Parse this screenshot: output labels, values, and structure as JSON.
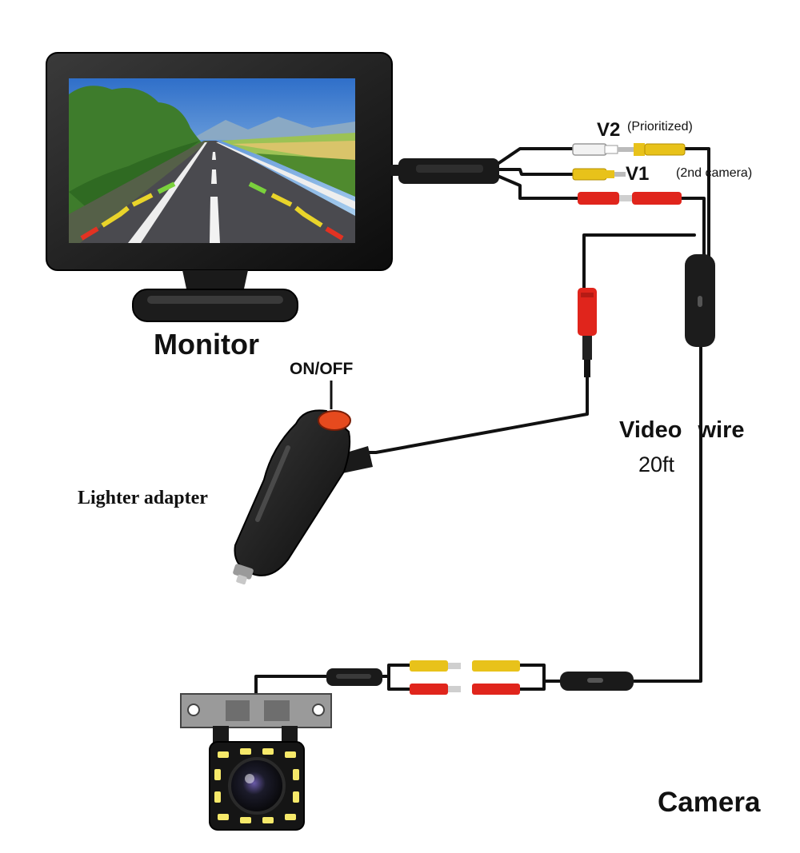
{
  "labels": {
    "monitor": "Monitor",
    "on_off": "ON/OFF",
    "lighter_adapter": "Lighter adapter",
    "video_wire": "Video wire",
    "wire_length": "20ft",
    "camera": "Camera",
    "v2": "V2",
    "v2_note": "(Prioritized)",
    "v1": "V1",
    "second_camera": "(2nd camera)"
  },
  "colors": {
    "rca_yellow": "#e8c21a",
    "rca_white": "#f2f2f2",
    "rca_red": "#e0251c",
    "cable": "#111111",
    "button": "#e64a1e"
  }
}
